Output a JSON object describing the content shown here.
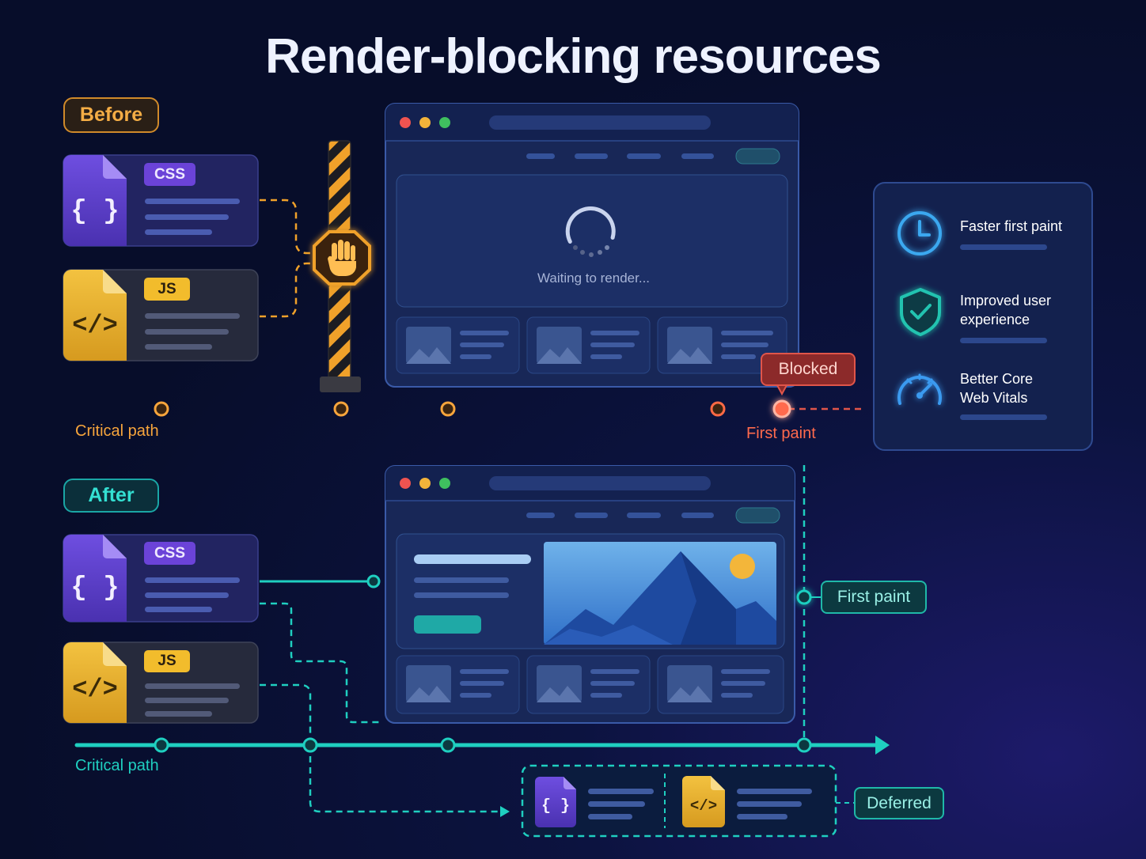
{
  "title": "Render-blocking resources",
  "before": {
    "badge": "Before",
    "css_tag": "CSS",
    "js_tag": "JS",
    "css_glyph": "{ }",
    "js_glyph": "</>",
    "waiting_text": "Waiting to render...",
    "blocked_label": "Blocked",
    "critical_path_label": "Critical path",
    "first_paint_label": "First paint"
  },
  "after": {
    "badge": "After",
    "css_tag": "CSS",
    "js_tag": "JS",
    "css_glyph": "{ }",
    "js_glyph": "</>",
    "critical_path_label": "Critical path",
    "first_paint_label": "First paint",
    "deferred_label": "Deferred"
  },
  "benefits": [
    {
      "icon": "clock-icon",
      "label": "Faster first paint"
    },
    {
      "icon": "shield-check-icon",
      "label": "Improved user experience"
    },
    {
      "icon": "speedometer-icon",
      "label": "Better Core Web Vitals"
    }
  ],
  "colors": {
    "background": "#070d2a",
    "before_accent": "#f4a23a",
    "after_accent": "#1fcfc0",
    "blocked": "#e0554a",
    "css_file": "#5b3fc7",
    "js_file": "#e6ad2c"
  }
}
